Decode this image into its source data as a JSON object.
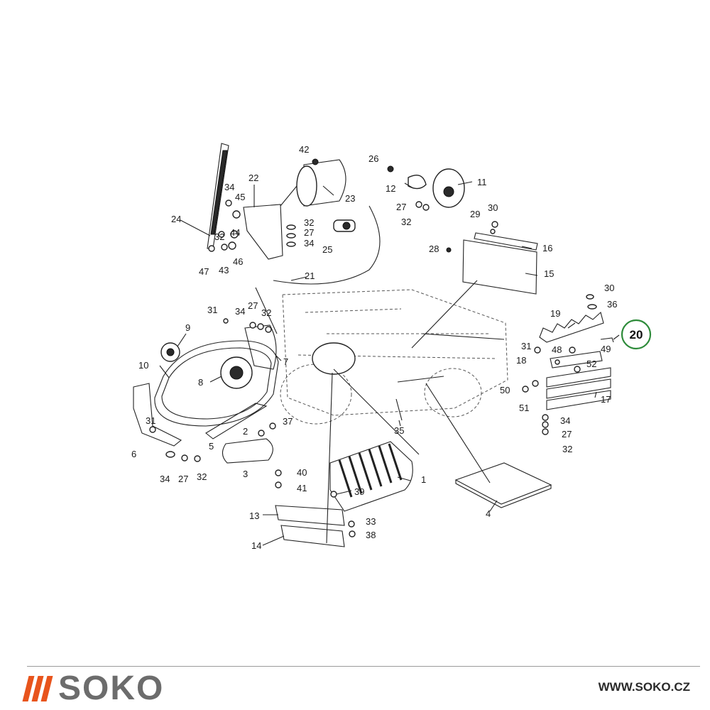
{
  "diagram": {
    "callouts": [
      "1",
      "2",
      "3",
      "4",
      "5",
      "6",
      "7",
      "8",
      "9",
      "10",
      "11",
      "12",
      "13",
      "14",
      "15",
      "16",
      "17",
      "18",
      "19",
      "20",
      "21",
      "22",
      "23",
      "24",
      "25",
      "26",
      "27",
      "28",
      "29",
      "30",
      "31",
      "32",
      "33",
      "34",
      "35",
      "36",
      "37",
      "38",
      "39",
      "40",
      "41",
      "42",
      "43",
      "44",
      "45",
      "46",
      "47",
      "48",
      "49",
      "50",
      "51",
      "52"
    ],
    "highlighted_callout": "20",
    "highlight_color": "#2e8b3a"
  },
  "footer": {
    "logo_text": "SOKO",
    "logo_accent_color": "#e8541c",
    "website": "WWW.SOKO.CZ"
  }
}
